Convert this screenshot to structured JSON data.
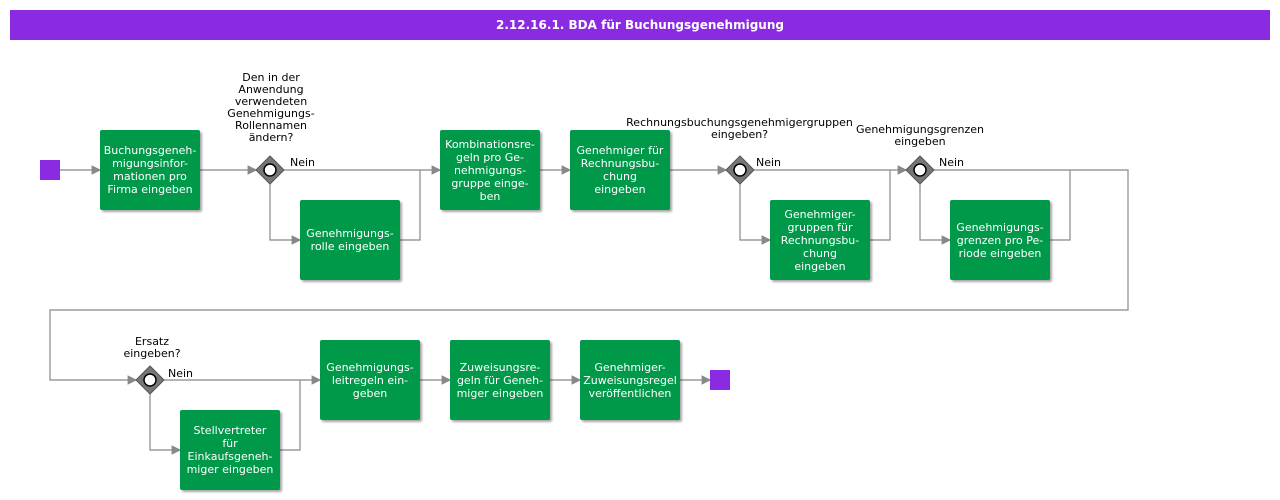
{
  "title": "2.12.16.1. BDA für Buchungsgenehmigung",
  "tasks": [
    {
      "label": "Buchungsgeneh-migungsinfor-mationen pro Firma eingeben"
    },
    {
      "label": "Genehmigungs-rolle eingeben"
    },
    {
      "label": "Kombinationsre-geln pro Ge-nehmigungs-gruppe einge-ben"
    },
    {
      "label": "Genehmiger für Rechnungsbu-chung eingeben"
    },
    {
      "label": "Genehmiger-gruppen für Rechnungsbu-chung eingeben"
    },
    {
      "label": "Genehmigungs-grenzen pro Pe-riode eingeben"
    },
    {
      "label": "Stellvertreter für Einkaufsgeneh-miger eingeben"
    },
    {
      "label": "Genehmigungs-leitregeln ein-geben"
    },
    {
      "label": "Zuweisungsre-geln für Geneh-miger eingeben"
    },
    {
      "label": "Genehmiger-Zuweisungsregel veröffentlichen"
    }
  ],
  "gateways": [
    {
      "question": "Den in der Anwendung verwendeten Genehmigungs-Rollennamen ändern?",
      "no_label": "Nein"
    },
    {
      "question": "Rechnungsbuchungsgenehmigergruppen eingeben?",
      "no_label": "Nein"
    },
    {
      "question": "Genehmigungsgrenzen eingeben",
      "no_label": "Nein"
    },
    {
      "question": "Ersatz eingeben?",
      "no_label": "Nein"
    }
  ],
  "colors": {
    "header": "#8a2be2",
    "task": "#00994a",
    "event": "#8a2be2",
    "gateway": "#777777",
    "connector": "#888888"
  }
}
